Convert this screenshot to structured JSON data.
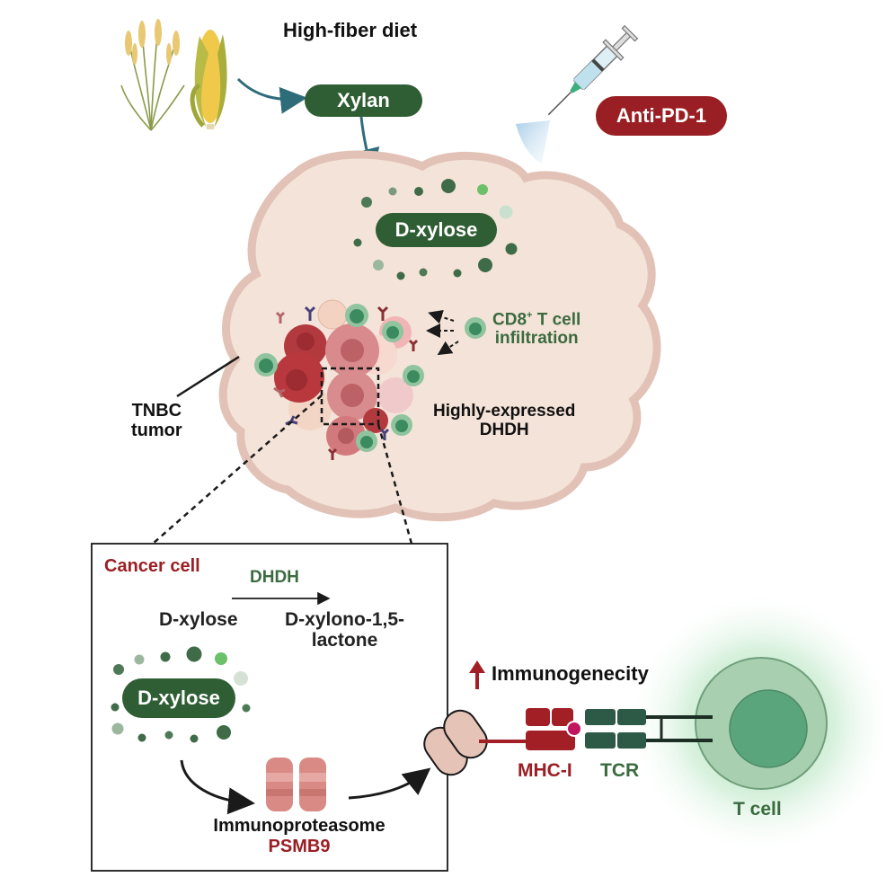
{
  "colors": {
    "dark_green": "#2f5e34",
    "label_green": "#3a6b3f",
    "dark_red": "#9a1f24",
    "tumor_fill": "#f4e3d8",
    "tumor_edge": "#e2c2b6",
    "tcell_outer": "#a9cfb1",
    "tcell_inner": "#5aa57b",
    "tcr_green": "#2d5a47",
    "mhc_red": "#a31f26",
    "peptide": "#c0155f",
    "proteasome": "#d98a85",
    "text_black": "#111111"
  },
  "top": {
    "diet_label": "High-fiber diet",
    "xylan_label": "Xylan",
    "drug_label": "Anti-PD-1",
    "plant_icons": [
      "wheat-icon",
      "corn-icon"
    ],
    "syringe_icon": "syringe-icon"
  },
  "tumor": {
    "xylose_label": "D-xylose",
    "cd8_label_line1": "CD8",
    "cd8_superscript": "+",
    "cd8_label_line1_rest": " T cell",
    "cd8_label_line2": "infiltration",
    "dhdh_line1": "Highly-expressed",
    "dhdh_line2": "DHDH",
    "tumor_label_line1": "TNBC",
    "tumor_label_line2": "tumor"
  },
  "inset": {
    "title": "Cancer cell",
    "enzyme": "DHDH",
    "substrate": "D-xylose",
    "product_line1": "D-xylono-1,5-",
    "product_line2": "lactone",
    "xylose_pill": "D-xylose",
    "proteasome_label": "Immunoproteasome",
    "proteasome_gene": "PSMB9"
  },
  "right": {
    "immunogenicity_label": "Immunogenecity",
    "mhc_label": "MHC-I",
    "tcr_label": "TCR",
    "tcell_label": "T cell"
  }
}
